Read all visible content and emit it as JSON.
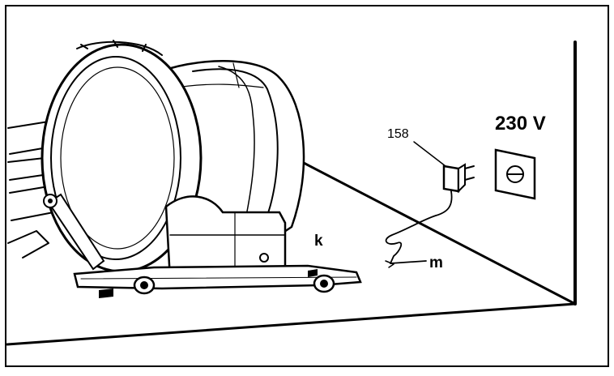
{
  "labels": {
    "voltage": "230 V",
    "adapter_part": "158",
    "machine_ref": "k",
    "cable_ref": "m"
  },
  "colors": {
    "line": "#000000",
    "background": "#ffffff",
    "machine_fill": "#ffffff"
  }
}
